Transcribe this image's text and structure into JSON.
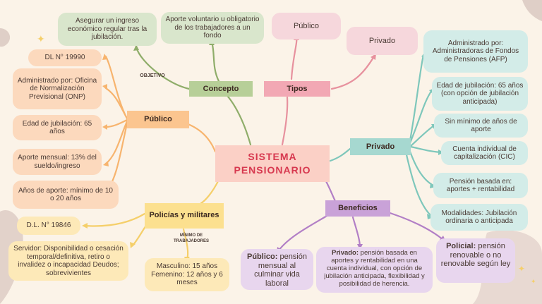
{
  "center": {
    "line1": "SISTEMA",
    "line2": "PENSIONARIO"
  },
  "concepto": {
    "label": "Concepto",
    "objetivo_label": "OBJETIVO",
    "objetivo": "Asegurar un ingreso económico regular tras la jubilación.",
    "aporte": "Aporte voluntario u obligatorio de los trabajadores a un fondo"
  },
  "tipos": {
    "label": "Tipos",
    "publico": "Público",
    "privado": "Privado"
  },
  "publico": {
    "label": "Público",
    "items": [
      "DL N° 19990",
      "Administrado por: Oficina de Normalización Previsional (ONP)",
      "Edad de jubilación: 65 años",
      "Aporte mensual: 13% del sueldo/ingreso",
      "Años de aporte: mínimo de 10 o 20 años"
    ]
  },
  "privado": {
    "label": "Privado",
    "items": [
      "Administrado por: Administradoras de Fondos de Pensiones (AFP)",
      "Edad de jubilación: 65 años (con opción de jubilación anticipada)",
      "Sin mínimo de años de aporte",
      "Cuenta individual de capitalización (CIC)",
      "Pensión basada en: aportes + rentabilidad",
      "Modalidades: Jubilación ordinaria o anticipada"
    ]
  },
  "policias": {
    "label": "Policías y militares",
    "dl": "D.L. N° 19846",
    "servidor": "Servidor: Disponibilidad o cesación temporal/definitiva, retiro o invalidez o incapacidad Deudos; sobrevivientes",
    "minimo_label": "MÍNIMO DE TRABAJADORES",
    "minimo": "Masculino: 15 años Femenino: 12 años y 6 meses"
  },
  "beneficios": {
    "label": "Beneficios",
    "publico_title": "Público:",
    "publico_text": "pensión mensual al culminar vida laboral",
    "privado_title": "Privado:",
    "privado_text": "pensión basada en aportes y rentabilidad en una cuenta individual, con opción de jubilación anticipada, flexibilidad y posibilidad de herencia.",
    "policial_title": "Policial:",
    "policial_text": "pensión renovable o no renovable según ley"
  },
  "colors": {
    "orange": "#f7b46e",
    "green": "#8fad6a",
    "pink": "#e7919e",
    "teal": "#7ec7bb",
    "purple": "#b27fc6",
    "yellow": "#f5cf6a",
    "title": "#d7384f"
  }
}
